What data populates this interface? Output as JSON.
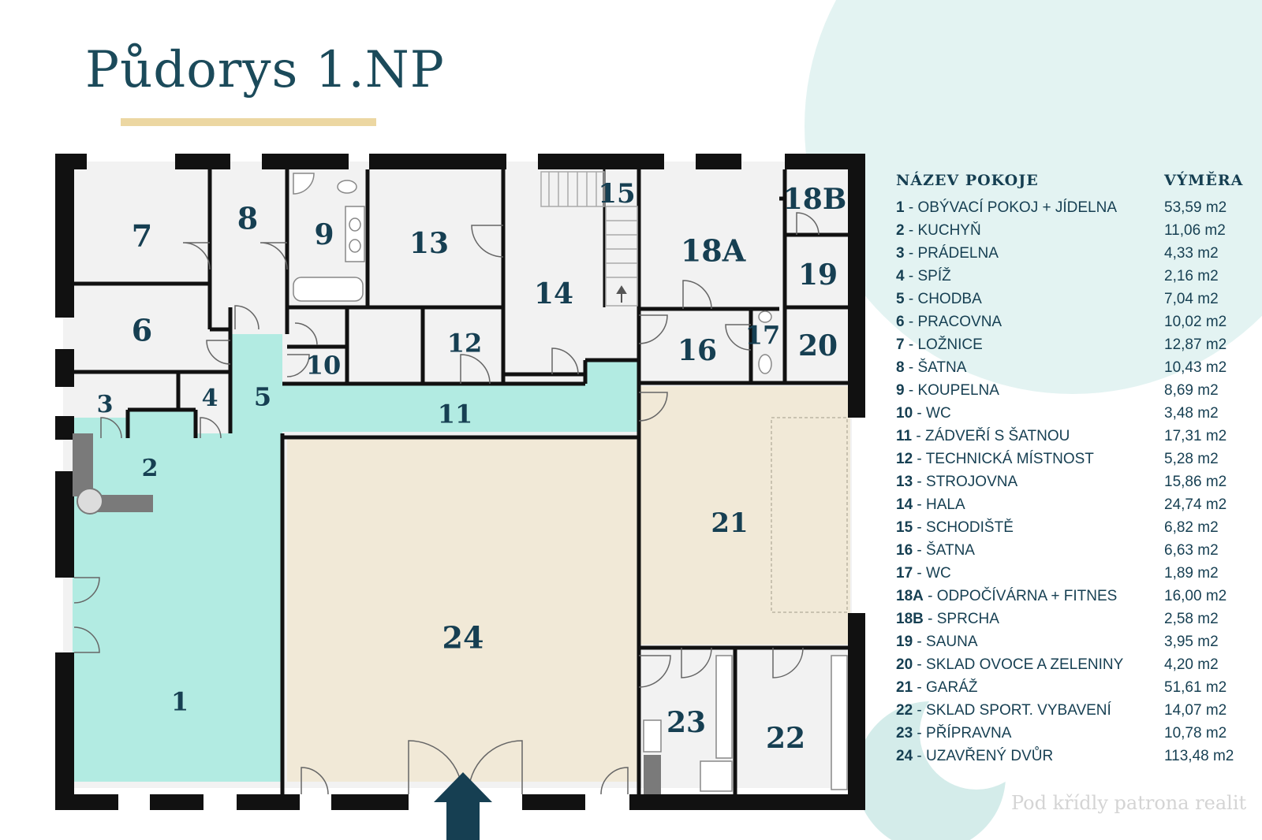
{
  "title": "Půdorys 1.NP",
  "colors": {
    "primary": "#163f52",
    "accent_line": "#ecd7a2",
    "teal_fill": "#b2ebe2",
    "beige_fill": "#f1e9d7",
    "room_fill": "#f2f2f2",
    "wall": "#111111"
  },
  "rooms": [
    {
      "label": "1"
    },
    {
      "label": "2"
    },
    {
      "label": "3"
    },
    {
      "label": "4"
    },
    {
      "label": "5"
    },
    {
      "label": "6"
    },
    {
      "label": "7"
    },
    {
      "label": "8"
    },
    {
      "label": "9"
    },
    {
      "label": "10"
    },
    {
      "label": "11"
    },
    {
      "label": "12"
    },
    {
      "label": "13"
    },
    {
      "label": "14"
    },
    {
      "label": "15"
    },
    {
      "label": "16"
    },
    {
      "label": "17"
    },
    {
      "label": "18A"
    },
    {
      "label": "18B"
    },
    {
      "label": "19"
    },
    {
      "label": "20"
    },
    {
      "label": "21"
    },
    {
      "label": "22"
    },
    {
      "label": "23"
    },
    {
      "label": "24"
    }
  ],
  "legend": {
    "header_name": "NÁZEV POKOJE",
    "header_area": "VÝMĚRA",
    "rows": [
      {
        "num": "1",
        "name": "OBÝVACÍ POKOJ + JÍDELNA",
        "area": "53,59 m2"
      },
      {
        "num": "2",
        "name": "KUCHYŇ",
        "area": "11,06 m2"
      },
      {
        "num": "3",
        "name": "PRÁDELNA",
        "area": "4,33 m2"
      },
      {
        "num": "4",
        "name": "SPÍŽ",
        "area": "2,16 m2"
      },
      {
        "num": "5",
        "name": "CHODBA",
        "area": "7,04 m2"
      },
      {
        "num": "6",
        "name": "PRACOVNA",
        "area": "10,02 m2"
      },
      {
        "num": "7",
        "name": "LOŽNICE",
        "area": "12,87 m2"
      },
      {
        "num": "8",
        "name": "ŠATNA",
        "area": "10,43 m2"
      },
      {
        "num": "9",
        "name": "KOUPELNA",
        "area": "8,69 m2"
      },
      {
        "num": "10",
        "name": "WC",
        "area": "3,48 m2"
      },
      {
        "num": "11",
        "name": "ZÁDVEŘÍ S ŠATNOU",
        "area": "17,31 m2"
      },
      {
        "num": "12",
        "name": "TECHNICKÁ MÍSTNOST",
        "area": "5,28 m2"
      },
      {
        "num": "13",
        "name": "STROJOVNA",
        "area": "15,86 m2"
      },
      {
        "num": "14",
        "name": "HALA",
        "area": "24,74 m2"
      },
      {
        "num": "15",
        "name": "SCHODIŠTĚ",
        "area": "6,82 m2"
      },
      {
        "num": "16",
        "name": "ŠATNA",
        "area": "6,63 m2"
      },
      {
        "num": "17",
        "name": "WC",
        "area": "1,89 m2"
      },
      {
        "num": "18A",
        "name": "ODPOČÍVÁRNA + FITNES",
        "area": "16,00 m2"
      },
      {
        "num": "18B",
        "name": "SPRCHA",
        "area": "2,58 m2"
      },
      {
        "num": "19",
        "name": "SAUNA",
        "area": "3,95 m2"
      },
      {
        "num": "20",
        "name": "SKLAD OVOCE A ZELENINY",
        "area": "4,20 m2"
      },
      {
        "num": "21",
        "name": "GARÁŽ",
        "area": "51,61 m2"
      },
      {
        "num": "22",
        "name": "SKLAD SPORT. VYBAVENÍ",
        "area": "14,07 m2"
      },
      {
        "num": "23",
        "name": "PŘÍPRAVNA",
        "area": "10,78 m2"
      },
      {
        "num": "24",
        "name": "UZAVŘENÝ DVŮR",
        "area": "113,48 m2"
      }
    ]
  },
  "watermark": "Pod křídly patrona realit"
}
